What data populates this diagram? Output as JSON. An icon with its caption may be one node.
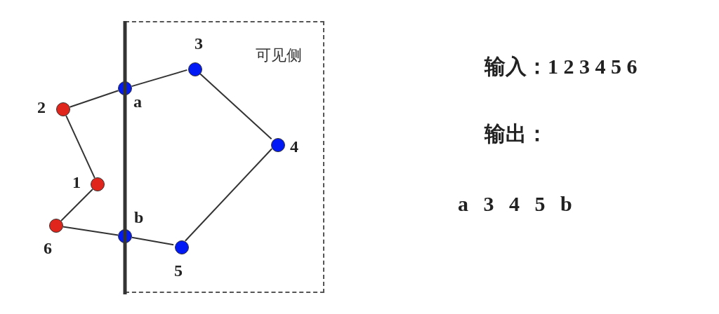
{
  "diagram": {
    "nodes": [
      {
        "text": [
          "可见侧"
        ]
      },
      {
        "text": [],
        "shape": "circle",
        "beside": [
          "1"
        ]
      },
      {
        "text": [],
        "shape": "circle",
        "beside": [
          "2"
        ]
      },
      {
        "text": [],
        "shape": "circle",
        "beside": [
          "3"
        ],
        "in": 0
      },
      {
        "text": [],
        "shape": "circle",
        "beside": [
          "4"
        ],
        "in": 0
      },
      {
        "text": [],
        "shape": "circle",
        "beside": [
          "5"
        ],
        "in": 0
      },
      {
        "text": [],
        "shape": "circle",
        "beside": [
          "6"
        ]
      },
      {
        "text": [],
        "shape": "circle",
        "beside": [
          "a"
        ]
      },
      {
        "text": [],
        "shape": "circle",
        "beside": [
          "b"
        ]
      }
    ],
    "edges": [
      {
        "from": 1,
        "to": 2,
        "arrow": "none"
      },
      {
        "from": 2,
        "to": 7,
        "arrow": "none"
      },
      {
        "from": 7,
        "to": 3,
        "arrow": "none"
      },
      {
        "from": 3,
        "to": 4,
        "arrow": "none"
      },
      {
        "from": 4,
        "to": 5,
        "arrow": "none"
      },
      {
        "from": 5,
        "to": 8,
        "arrow": "none"
      },
      {
        "from": 8,
        "to": 6,
        "arrow": "none"
      },
      {
        "from": 6,
        "to": 1,
        "arrow": "none"
      }
    ],
    "labels": [
      "输入：1 2 3 4 5 6",
      "输出：",
      "a 3 4 5 b"
    ]
  }
}
